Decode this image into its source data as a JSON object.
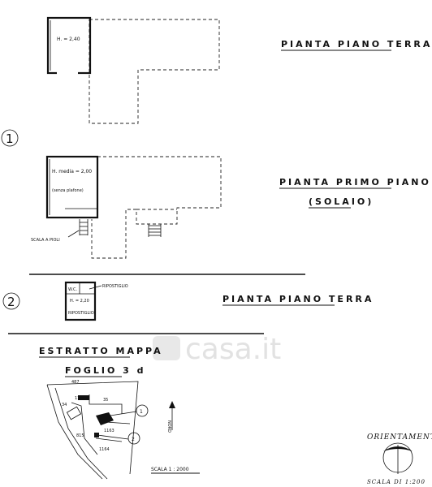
{
  "labels": {
    "section1_title": "PIANTA  PIANO  TERRA",
    "room1_height": "H. = 2,40",
    "section1_marker": "1",
    "section2_title": "PIANTA  PRIMO  PIANO",
    "section2_subtitle": "(SOLAIO)",
    "room2_height": "H. media = 2,00",
    "room2_note": "(senza plafone)",
    "ladder_label": "SCALA A PIOLI",
    "section3_marker": "2",
    "section3_title": "PIANTA  PIANO  TERRA",
    "wc_label": "W.C.",
    "closet_label_top": "RIPOSTIGLIO",
    "room3_height": "H. = 2,20",
    "closet_label_bottom": "RIPOSTIGLIO",
    "map_title": "ESTRATTO  MAPPA",
    "sheet_label": "FOGLIO  3 d",
    "parcel_487": "487",
    "parcel_1180": "1180",
    "parcel_35": "35",
    "parcel_34": "34",
    "parcel_1163": "1163",
    "parcel_815": "815",
    "parcel_1164": "1164",
    "map_marker_1": "1",
    "map_marker_2": "2",
    "north_label": "NORD",
    "map_scale": "SCALA  1 : 2000",
    "orientation_label": "ORIENTAMENTO",
    "plan_scale": "SCALA DI 1:200",
    "watermark": "casa.it"
  },
  "colors": {
    "ink": "#111111",
    "watermark": "#e2e2e2"
  }
}
